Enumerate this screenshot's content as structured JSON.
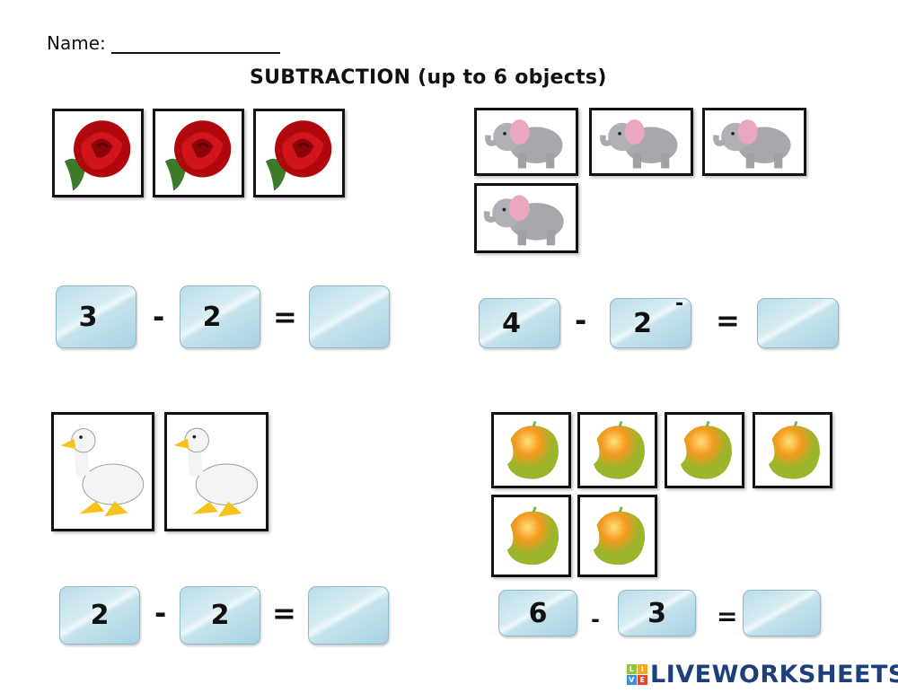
{
  "header": {
    "name_label": "Name:",
    "title": "SUBTRACTION (up to 6 objects)"
  },
  "problems": [
    {
      "object": "rose",
      "count": 3,
      "minuend": "3",
      "subtrahend": "2",
      "answer": ""
    },
    {
      "object": "elephant",
      "count": 4,
      "minuend": "4",
      "subtrahend": "2",
      "extra_mark": "-",
      "answer": ""
    },
    {
      "object": "duck",
      "count": 2,
      "minuend": "2",
      "subtrahend": "2",
      "answer": ""
    },
    {
      "object": "mango",
      "count": 6,
      "minuend": "6",
      "subtrahend": "3",
      "answer": ""
    }
  ],
  "operators": {
    "minus": "-",
    "equals": "="
  },
  "footer": {
    "logo_text": "LIVEWORKSHEETS",
    "logo_tiles": [
      "L",
      "I",
      "V",
      "E"
    ],
    "logo_tile_colors": [
      "#8cc63f",
      "#f7a823",
      "#3a8fd9",
      "#e2452e"
    ]
  }
}
